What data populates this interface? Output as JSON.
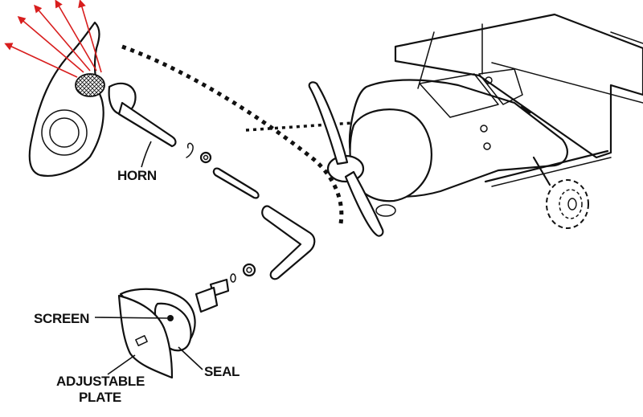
{
  "labels": {
    "horn": "HORN",
    "screen": "SCREEN",
    "seal": "SEAL",
    "plate_line1": "ADJUSTABLE",
    "plate_line2": "PLATE"
  },
  "colors": {
    "sound_rays": "#d81e1e",
    "ink": "#111111"
  }
}
